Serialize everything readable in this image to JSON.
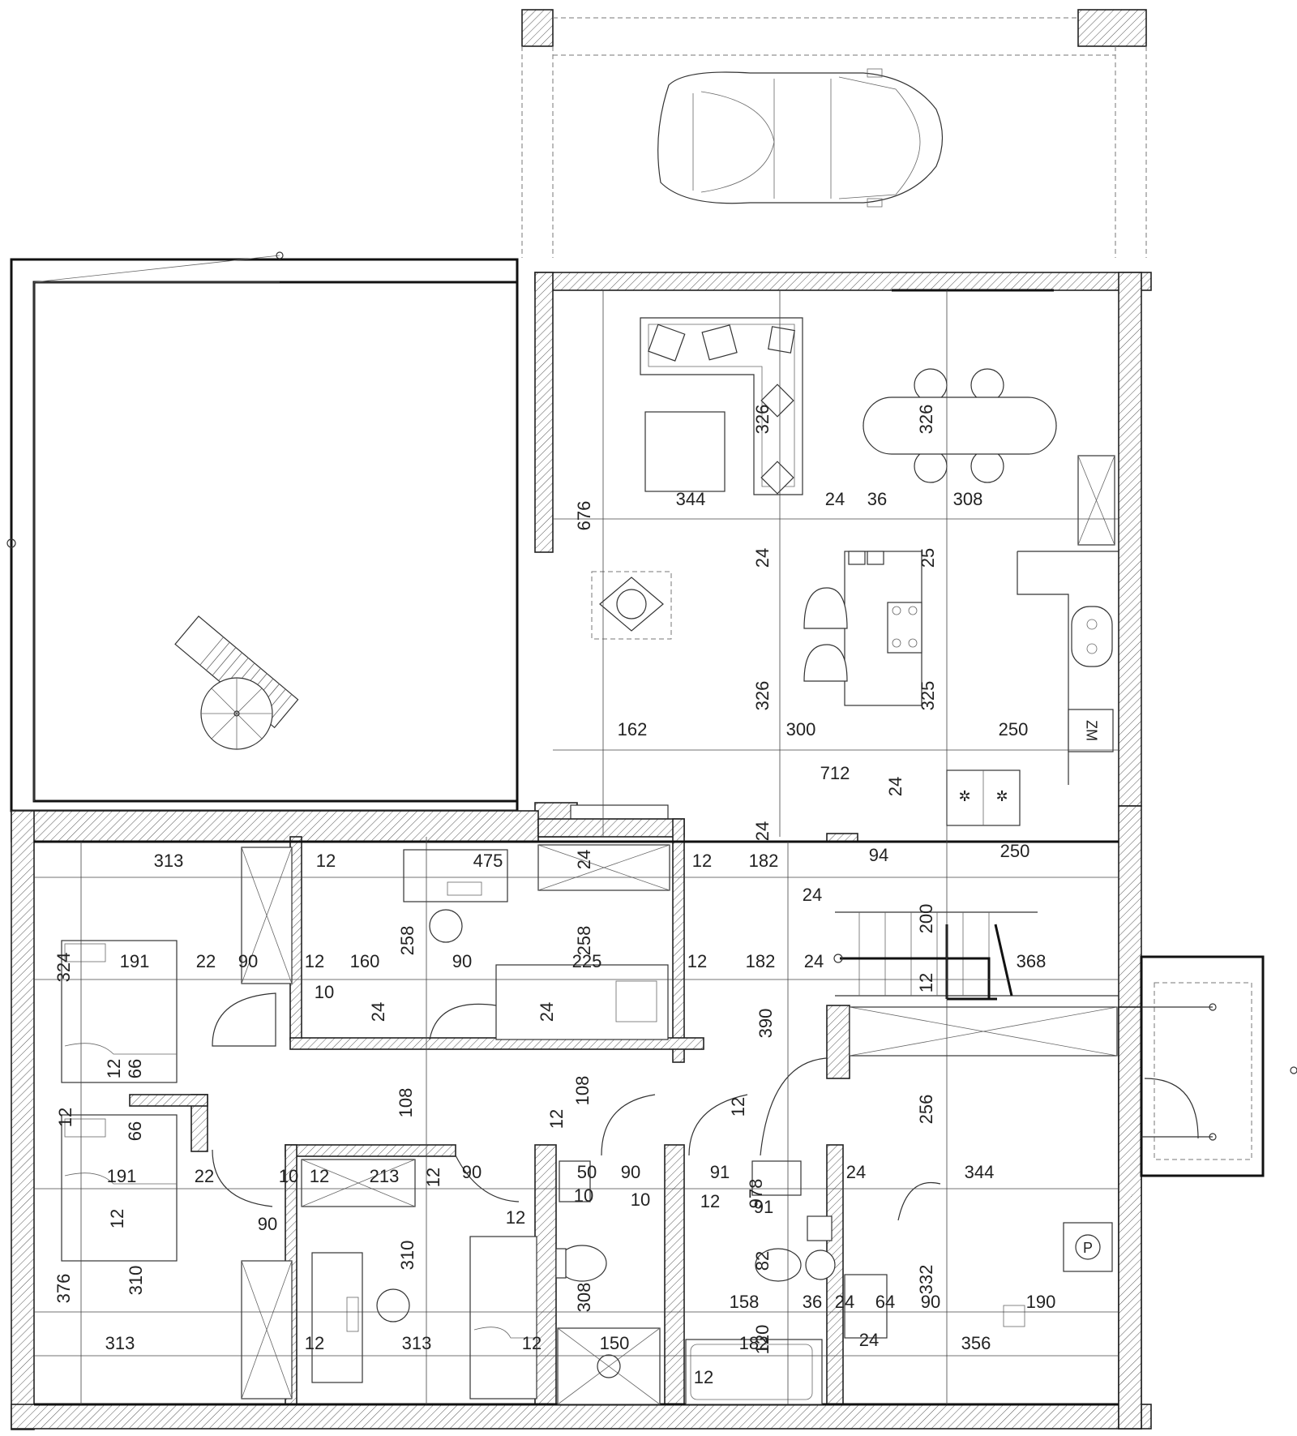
{
  "symbols": {
    "meter_box": "ZM",
    "parking": "P"
  },
  "dimensions": [
    "326",
    "326",
    "344",
    "24",
    "36",
    "308",
    "676",
    "24",
    "25",
    "326",
    "325",
    "162",
    "300",
    "250",
    "712",
    "24",
    "24",
    "313",
    "12",
    "475",
    "24",
    "12",
    "182",
    "94",
    "250",
    "24",
    "258",
    "258",
    "200",
    "324",
    "191",
    "22",
    "90",
    "12",
    "160",
    "90",
    "225",
    "12",
    "182",
    "24",
    "368",
    "10",
    "24",
    "24",
    "12",
    "390",
    "12",
    "66",
    "66",
    "12",
    "108",
    "108",
    "12",
    "12",
    "256",
    "191",
    "22",
    "10",
    "12",
    "213",
    "12",
    "90",
    "50",
    "90",
    "91",
    "24",
    "344",
    "90",
    "10",
    "12",
    "10",
    "12",
    "91",
    "978",
    "310",
    "12",
    "82",
    "376",
    "310",
    "308",
    "158",
    "36",
    "24",
    "64",
    "90",
    "332",
    "190",
    "313",
    "12",
    "313",
    "12",
    "150",
    "182",
    "120",
    "24",
    "356",
    "12"
  ]
}
